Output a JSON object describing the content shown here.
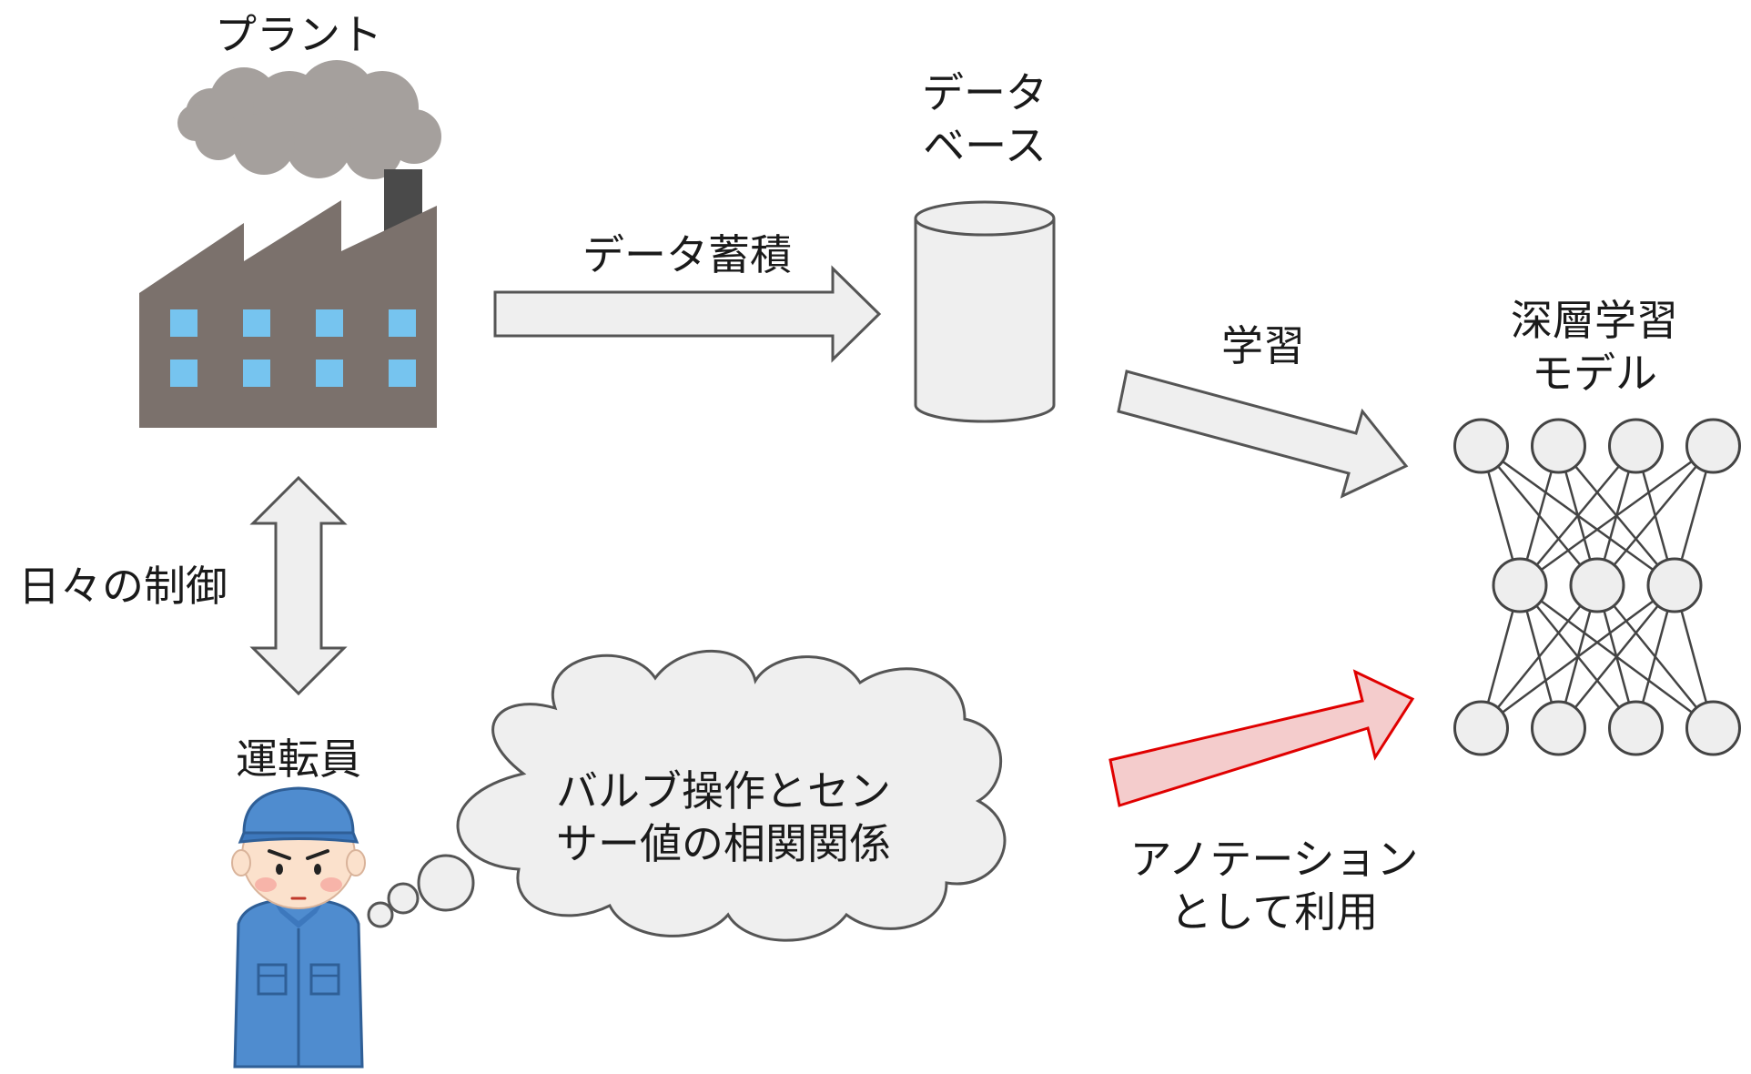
{
  "labels": {
    "plant": "プラント",
    "database_line1": "データ",
    "database_line2": "ベース",
    "data_accumulation": "データ蓄積",
    "learning": "学習",
    "model_line1": "深層学習",
    "model_line2": "モデル",
    "daily_control": "日々の制御",
    "operator": "運転員",
    "thought_line1": "バルブ操作とセン",
    "thought_line2": "サー値の相関関係",
    "annotation_line1": "アノテーション",
    "annotation_line2": "として利用"
  },
  "colors": {
    "arrow_fill": "#efefef",
    "arrow_stroke": "#555555",
    "red_arrow_fill": "#f4cccc",
    "red_arrow_stroke": "#e00000",
    "factory_body": "#7b716c",
    "factory_window": "#76c4ef",
    "smoke": "#a5a09d",
    "chimney": "#4a4a4a",
    "node_fill": "#eeeeee",
    "node_stroke": "#444444",
    "uniform_blue": "#4f8ccf",
    "skin": "#fbe1cc"
  },
  "network": {
    "layers": [
      4,
      3,
      4
    ]
  }
}
